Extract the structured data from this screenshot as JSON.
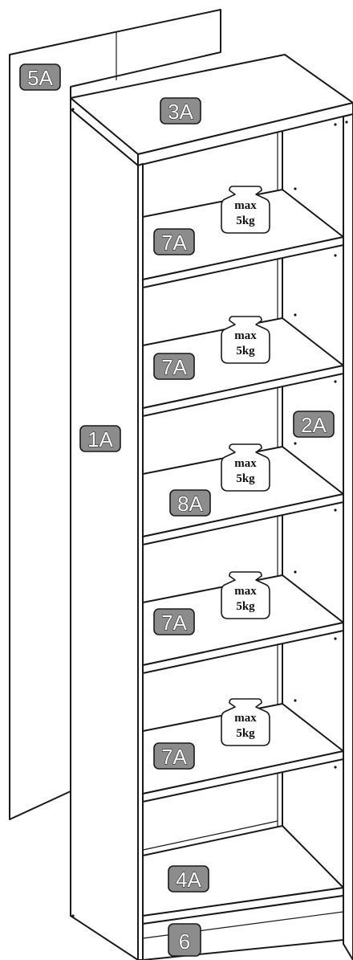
{
  "labels": {
    "back_panel": "5A",
    "top_panel": "3A",
    "left_side": "1A",
    "right_side": "2A",
    "shelf_1": "7A",
    "shelf_2": "7A",
    "shelf_3": "8A",
    "shelf_4": "7A",
    "shelf_5": "7A",
    "bottom_panel": "4A",
    "plinth": "6"
  },
  "load_limits": [
    {
      "line1": "max",
      "line2": "5kg"
    },
    {
      "line1": "max",
      "line2": "5kg"
    },
    {
      "line1": "max",
      "line2": "5kg"
    },
    {
      "line1": "max",
      "line2": "5kg"
    },
    {
      "line1": "max",
      "line2": "5kg"
    }
  ]
}
